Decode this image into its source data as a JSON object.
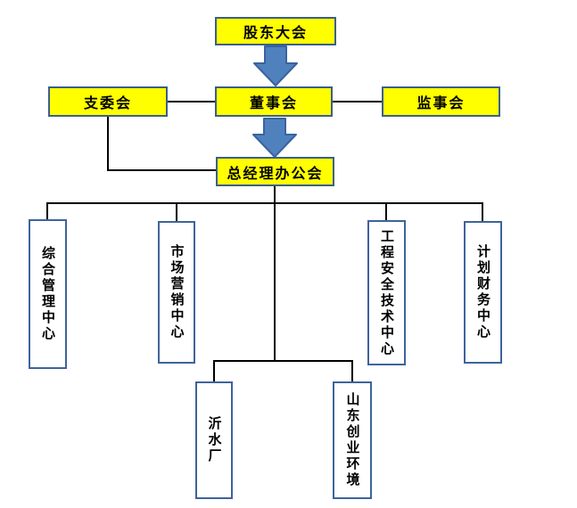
{
  "diagram": {
    "type": "org-chart",
    "nodes": {
      "shareholders": "股东大会",
      "branch_committee": "支委会",
      "board": "董事会",
      "supervisory": "监事会",
      "gm_office": "总经理办公会",
      "dept_admin": "综合管理中心",
      "dept_marketing": "市场营销中心",
      "dept_engineering": "工程安全技术中心",
      "dept_finance": "计划财务中心",
      "plant_yishui": "沂水厂",
      "plant_shandong": "山东创业环境"
    },
    "edges": [
      [
        "股东大会",
        "董事会"
      ],
      [
        "支委会",
        "董事会"
      ],
      [
        "董事会",
        "监事会"
      ],
      [
        "董事会",
        "总经理办公会"
      ],
      [
        "支委会",
        "总经理办公会"
      ],
      [
        "总经理办公会",
        "综合管理中心"
      ],
      [
        "总经理办公会",
        "市场营销中心"
      ],
      [
        "总经理办公会",
        "工程安全技术中心"
      ],
      [
        "总经理办公会",
        "计划财务中心"
      ],
      [
        "总经理办公会",
        "沂水厂"
      ],
      [
        "总经理办公会",
        "山东创业环境"
      ]
    ],
    "icons": {
      "down_arrow": "block down arrow"
    },
    "colors": {
      "box_fill": "#FFFF00",
      "box_border": "#3A5F8B",
      "white_box_fill": "#FFFFFF",
      "white_box_border": "#3F639B",
      "arrow_fill": "#4F81BD",
      "arrow_border": "#3A62A0",
      "connector": "#000000",
      "text": "#000000",
      "background": "#FFFFFF"
    }
  }
}
